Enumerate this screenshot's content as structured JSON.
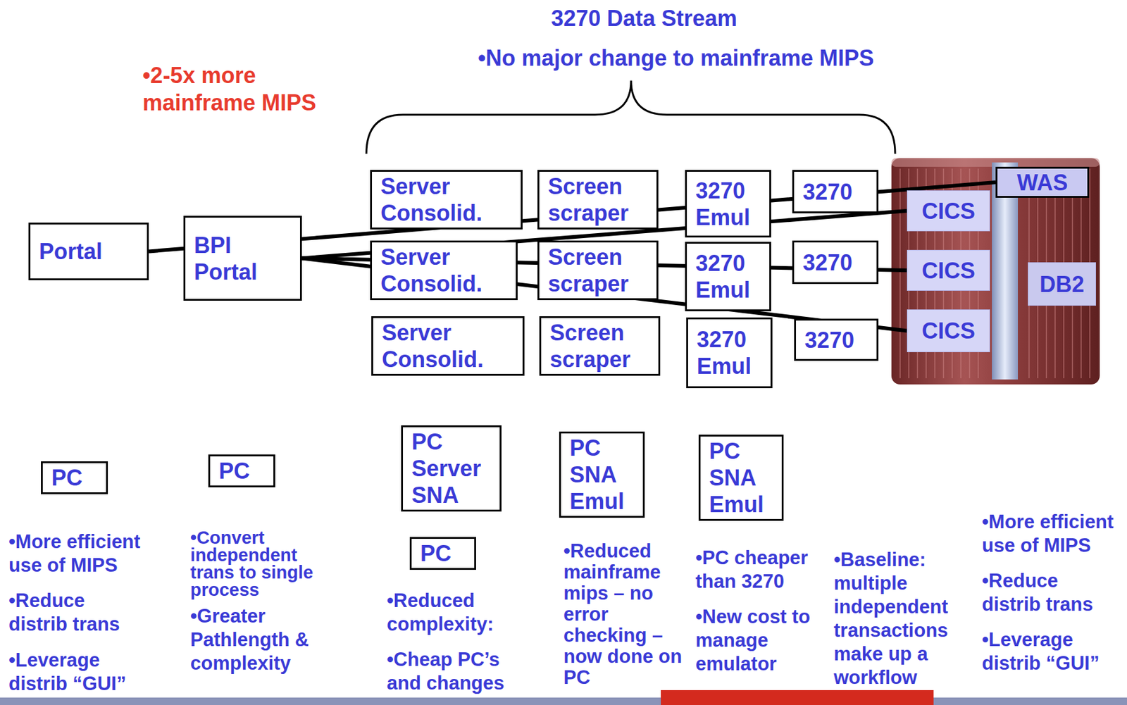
{
  "diagram": {
    "nodes": [
      {
        "text": [
          "Portal"
        ]
      },
      {
        "text": [
          "BPI Portal"
        ]
      },
      {
        "text": [
          "Server Consolid."
        ]
      },
      {
        "text": [
          "Screen scraper"
        ]
      },
      {
        "text": [
          "3270 Emul"
        ]
      },
      {
        "text": [
          "3270"
        ]
      },
      {
        "text": [
          "WAS"
        ]
      },
      {
        "text": [
          "CICS"
        ]
      },
      {
        "text": [
          "Server Consolid."
        ]
      },
      {
        "text": [
          "Screen scraper"
        ]
      },
      {
        "text": [
          "3270 Emul"
        ]
      },
      {
        "text": [
          "3270"
        ]
      },
      {
        "text": [
          "CICS"
        ]
      },
      {
        "text": [
          "DB2"
        ]
      },
      {
        "text": [
          "Server Consolid."
        ]
      },
      {
        "text": [
          "Screen scraper"
        ]
      },
      {
        "text": [
          "3270 Emul"
        ]
      },
      {
        "text": [
          "3270"
        ]
      },
      {
        "text": [
          "CICS"
        ]
      },
      {
        "text": [
          "PC"
        ]
      },
      {
        "text": [
          "PC"
        ]
      },
      {
        "text": [
          "PC Server SNA"
        ]
      },
      {
        "text": [
          "PC SNA Emul"
        ]
      },
      {
        "text": [
          "PC SNA Emul"
        ]
      },
      {
        "text": [
          "PC"
        ]
      }
    ],
    "edges": [
      {
        "from": 0,
        "to": 6,
        "arrow": "none"
      },
      {
        "from": 1,
        "to": 7,
        "arrow": "none"
      },
      {
        "from": 1,
        "to": 12,
        "arrow": "none"
      },
      {
        "from": 1,
        "to": 18,
        "arrow": "none"
      }
    ],
    "labels": [
      "3270 Data Stream",
      "•No major change to mainframe MIPS",
      "•2-5x more mainframe MIPS",
      "•More efficient use of MIPS",
      "•Reduce distrib trans",
      "•Leverage distrib “GUI”",
      "•Convert independent trans to single process",
      "•Greater Pathlength & complexity",
      "•Reduced complexity:",
      "•Cheap PC’s and changes",
      "•Reduced mainframe mips – no error checking – now done on PC",
      "•PC cheaper than 3270",
      "•New cost to manage emulator",
      "•Baseline: multiple independent transactions make up a workflow",
      "•More efficient use of MIPS",
      "•Reduce distrib trans",
      "•Leverage distrib “GUI”"
    ]
  }
}
